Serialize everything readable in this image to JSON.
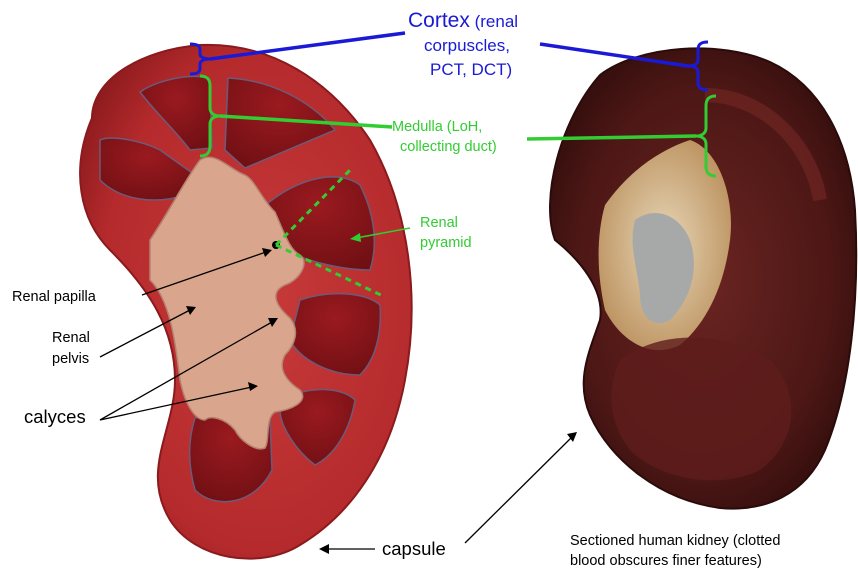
{
  "labels": {
    "cortex_title": "Cortex",
    "cortex_detail_1": "(renal",
    "cortex_detail_2": "corpuscles,",
    "cortex_detail_3": "PCT, DCT)",
    "medulla_1": "Medulla (LoH,",
    "medulla_2": "collecting duct)",
    "renal_pyramid_1": "Renal",
    "renal_pyramid_2": "pyramid",
    "renal_papilla": "Renal papilla",
    "renal_pelvis_1": "Renal",
    "renal_pelvis_2": "pelvis",
    "calyces": "calyces",
    "capsule": "capsule",
    "caption_1": "Sectioned human kidney (clotted",
    "caption_2": "blood obscures finer features)"
  },
  "colors": {
    "cortex": "#1a1ad6",
    "medulla": "#33cc33",
    "pyramid": "#33cc33",
    "text": "#000000",
    "kidney_outer": "#b3262c",
    "kidney_pyramid": "#7e1217",
    "pelvis": "#d9a58c",
    "specimen": "#5a1c1a"
  }
}
